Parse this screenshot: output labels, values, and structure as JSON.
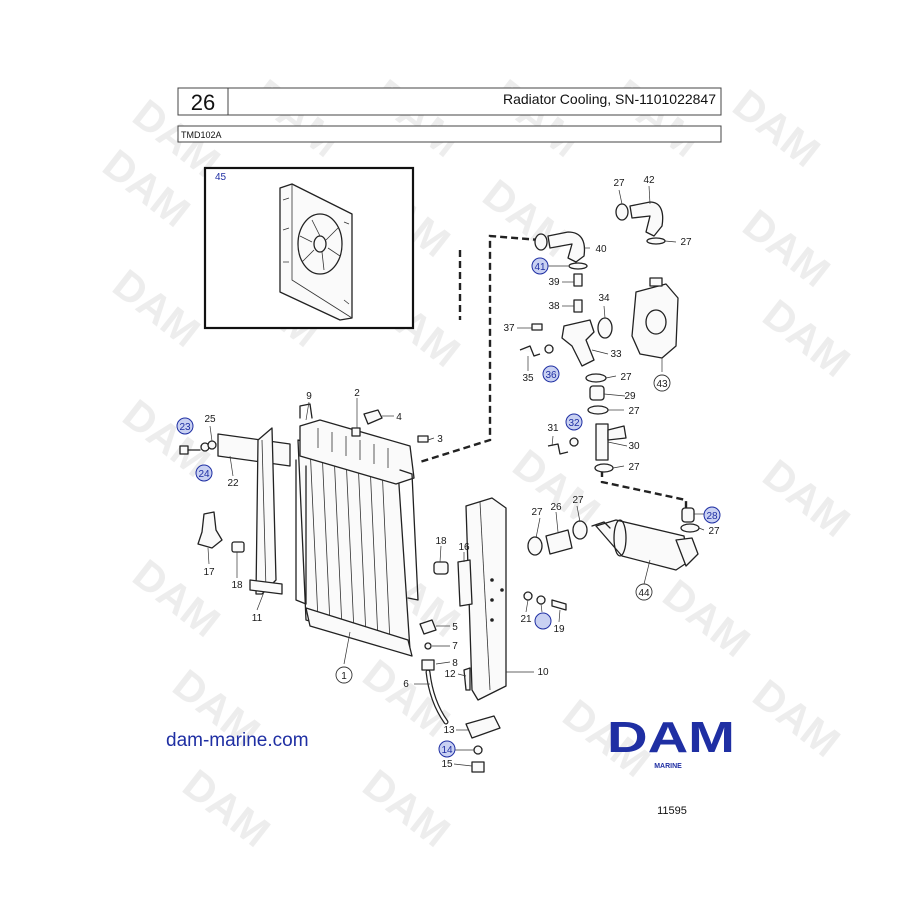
{
  "header": {
    "page_number": "26",
    "title": "Radiator Cooling, SN-1101022847",
    "model": "TMD102A"
  },
  "watermark": {
    "text": "DAM"
  },
  "inset_label": "45",
  "callouts": {
    "c1": "1",
    "c2": "2",
    "c3": "3",
    "c4": "4",
    "c5": "5",
    "c6": "6",
    "c7": "7",
    "c8": "8",
    "c9": "9",
    "c10": "10",
    "c11": "11",
    "c12": "12",
    "c13": "13",
    "c14": "14",
    "c15": "15",
    "c16": "16",
    "c17": "17",
    "c18": "18",
    "c19": "19",
    "c21": "21",
    "c22": "22",
    "c23": "23",
    "c24": "24",
    "c25": "25",
    "c26": "26",
    "c27": "27",
    "c28": "28",
    "c29": "29",
    "c30": "30",
    "c31": "31",
    "c32": "32",
    "c33": "33",
    "c34": "34",
    "c35": "35",
    "c36": "36",
    "c37": "37",
    "c38": "38",
    "c39": "39",
    "c40": "40",
    "c41": "41",
    "c42": "42",
    "c43": "43",
    "c44": "44"
  },
  "footer": {
    "website": "dam-marine.com",
    "logo_text": "DAM",
    "logo_sub": "MARINE",
    "drawing_number": "11595"
  },
  "colors": {
    "brand_blue": "#1f2fa3",
    "marker_fill": "#c9d1f2",
    "watermark": "#ededed"
  }
}
